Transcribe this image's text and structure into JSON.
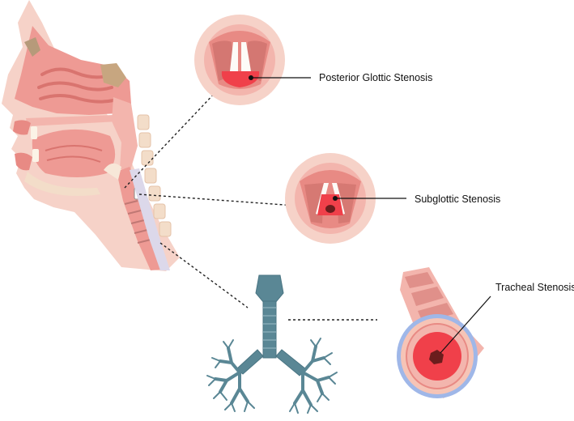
{
  "labels": {
    "posterior_glottic": "Posterior Glottic Stenosis",
    "subglottic": "Subglottic Stenosis",
    "tracheal": "Tracheal Stenosis"
  },
  "colors": {
    "skin": "#f6d2c8",
    "tissue": "#ee9a94",
    "tissue_dark": "#d9746f",
    "airway": "#f3b5ad",
    "stenosis": "#f0404a",
    "lesion": "#6b1d1d",
    "cartilage": "#c9a06a",
    "bronchial_tree": "#5a8795",
    "cuff_blue": "#9fb7e8",
    "leader": "#222222"
  },
  "icons": [
    "head-sagittal-anatomy",
    "vocal-cord-view",
    "bronchial-tree",
    "trachea-segment"
  ]
}
